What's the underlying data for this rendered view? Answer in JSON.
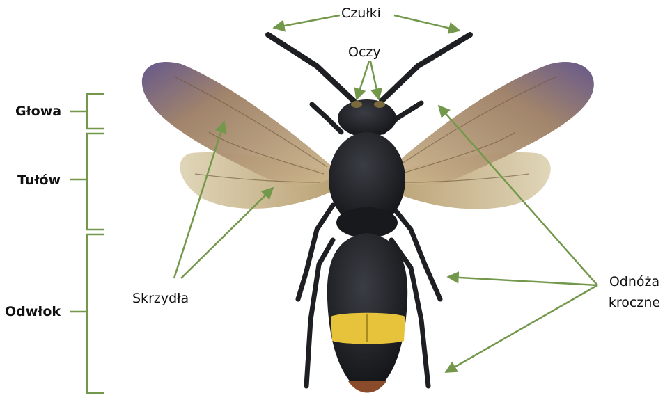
{
  "labels": {
    "antennae": "Czułki",
    "eyes": "Oczy",
    "head": "Głowa",
    "thorax": "Tułów",
    "abdomen": "Odwłok",
    "wings": "Skrzydła",
    "legs_line1": "Odnóża",
    "legs_line2": "kroczne"
  },
  "colors": {
    "pointer": "#73984b",
    "body": "#1d1f23",
    "wing_tint": "#b29560",
    "wing_violet": "#6c5b93",
    "band": "#e6c33a"
  }
}
